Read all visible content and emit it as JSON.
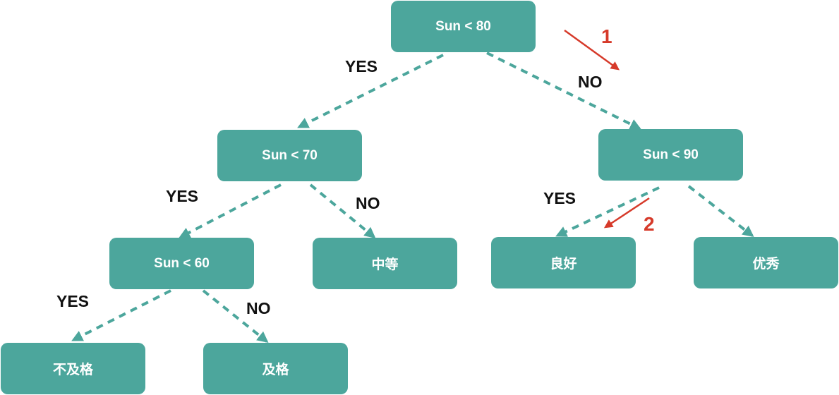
{
  "colors": {
    "node_fill": "#4ca69c",
    "node_text": "#ffffff",
    "edge": "#4ca69c",
    "label_text": "#111111",
    "marker": "#d63a2a"
  },
  "nodes": {
    "root": "Sun < 80",
    "left": "Sun < 70",
    "right": "Sun < 90",
    "left_left": "Sun < 60",
    "left_right": "中等",
    "right_left": "良好",
    "right_right": "优秀",
    "left_left_left": "不及格",
    "left_left_right": "及格"
  },
  "edge_labels": {
    "root_yes": "YES",
    "root_no": "NO",
    "left_yes": "YES",
    "left_no": "NO",
    "right_yes": "YES",
    "left_left_yes": "YES",
    "left_left_no": "NO"
  },
  "markers": {
    "step_1": "1",
    "step_2": "2"
  }
}
